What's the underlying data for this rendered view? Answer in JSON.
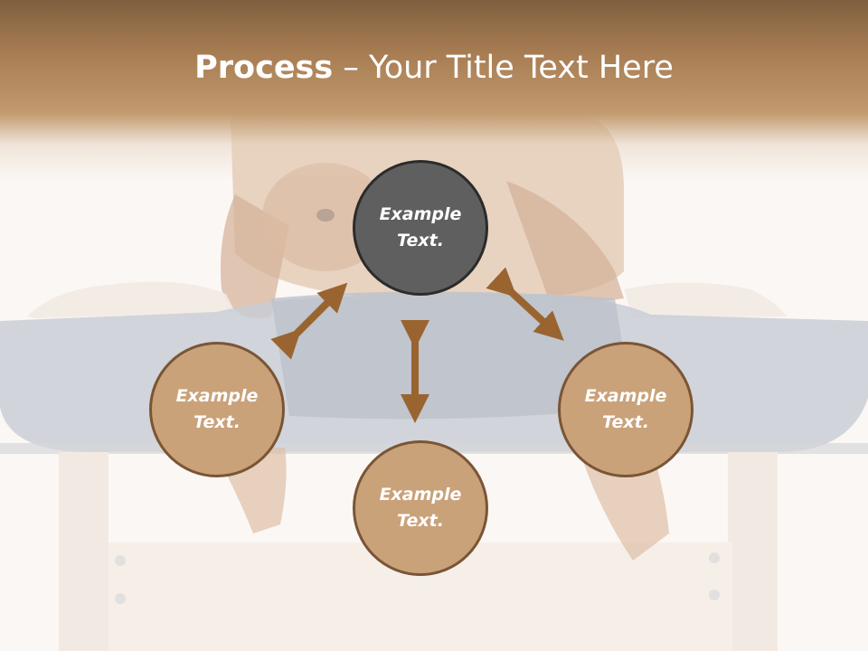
{
  "slide": {
    "title_bold": "Process",
    "title_rest": " – Your Title Text Here"
  },
  "nodes": {
    "top": "Example Text.",
    "left": "Example Text.",
    "right": "Example Text.",
    "bottom": "Example Text."
  },
  "colors": {
    "title_band": "#a87d53",
    "center_circle": "#5f5f5f",
    "outer_circle": "#c9a27a",
    "arrow": "#9a6431"
  },
  "icons": {
    "arrows": "double-headed-arrow"
  }
}
